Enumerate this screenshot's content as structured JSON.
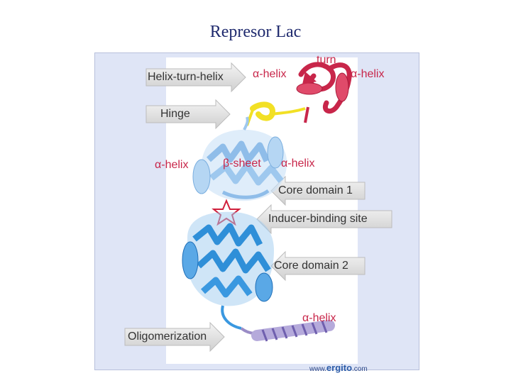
{
  "title": "Represor Lac",
  "labels": {
    "helix_turn_helix": "Helix-turn-helix",
    "hinge": "Hinge",
    "core_domain_1": "Core domain 1",
    "inducer_binding_site": "Inducer-binding site",
    "core_domain_2": "Core domain 2",
    "oligomerization": "Oligomerization",
    "alpha_helix_top_left": "α-helix",
    "turn": "turn",
    "alpha_helix_top_right": "α-helix",
    "alpha_helix_mid_left": "α-helix",
    "beta_sheet": "β-sheet",
    "alpha_helix_mid_right": "α-helix",
    "alpha_helix_bottom": "α-helix"
  },
  "credit": {
    "prefix": "www.",
    "brand": "ergito",
    "suffix": ".com"
  },
  "colors": {
    "title": "#1f2a6e",
    "panel": "#dfe5f6",
    "htH_domain": "#c8264a",
    "hinge": "#f2e025",
    "core1": "#9ec8ee",
    "core2": "#2f8fd8",
    "oligomer_helix": "#9a8cc6",
    "arrow": "#e6e6e6"
  }
}
